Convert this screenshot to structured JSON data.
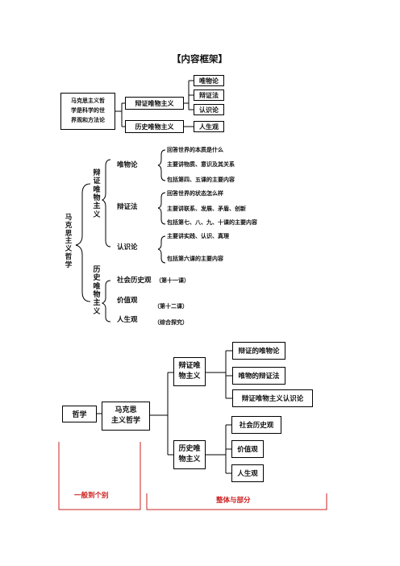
{
  "title": "【内容框架】",
  "section1": {
    "root": "马克思主义哲学是科学的世界观和方法论",
    "root_lines": [
      "马克思主义哲",
      "学是科学的世",
      "界观和方法论"
    ],
    "branch_a": "辩证唯物主义",
    "branch_b": "历史唯物主义",
    "leaves": [
      "唯物论",
      "辩证法",
      "认识论",
      "人生观"
    ]
  },
  "section2": {
    "root": "马克思主义哲学",
    "group_a": "辩证唯物主义",
    "group_b": "历史唯物主义",
    "items": [
      {
        "label": "唯物论",
        "notes": [
          "回答世界的本质是什么",
          "主要讲物质、意识及其关系",
          "包括第四、五课的主要内容"
        ]
      },
      {
        "label": "辩证法",
        "notes": [
          "回答世界的状态怎么样",
          "主要讲联系、发展、矛盾、创新",
          "包括第七、八、九、十课的主要内容"
        ]
      },
      {
        "label": "认识论",
        "notes": [
          "主要讲实践、认识、真理",
          "包括第六课的主要内容"
        ]
      },
      {
        "label": "社会历史观",
        "note": "（第十一课）"
      },
      {
        "label": "价值观",
        "note": "（第十二课）"
      },
      {
        "label": "人生观",
        "note": "（综合探究）"
      }
    ]
  },
  "section3": {
    "philosophy": "哲学",
    "marxist": [
      "马克思",
      "主义哲学"
    ],
    "dm": [
      "辩证唯",
      "物主义"
    ],
    "hm": [
      "历史唯",
      "物主义"
    ],
    "dm_children": [
      "辩证的唯物论",
      "唯物的辩证法",
      "辩证唯物主义认识论"
    ],
    "hm_children": [
      "社会历史观",
      "价值观",
      "人生观"
    ],
    "label_left": "一般到个别",
    "label_right": "整体与部分",
    "accent_color": "#cc2020"
  }
}
